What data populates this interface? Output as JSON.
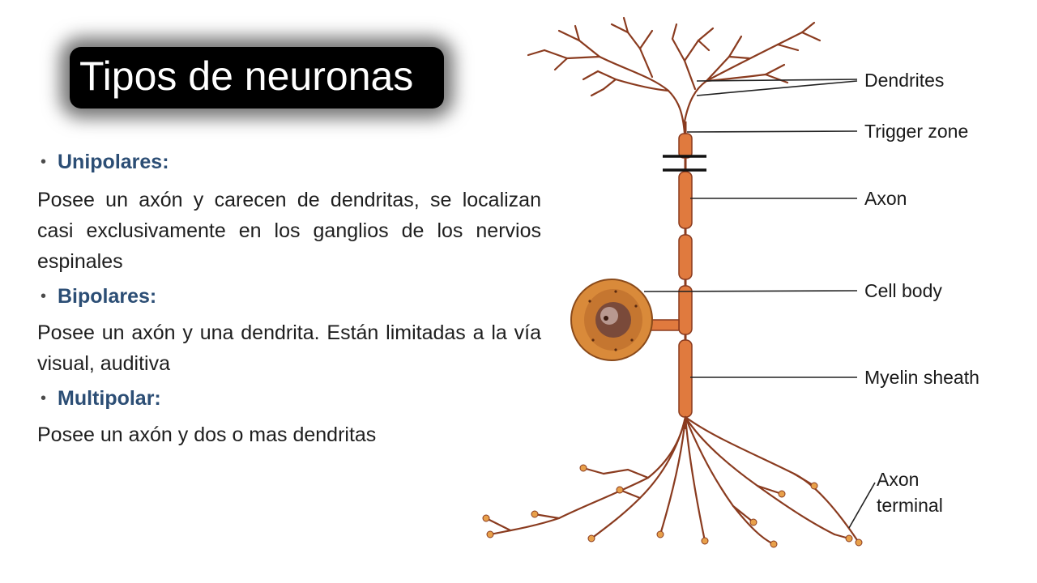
{
  "title": "Tipos de neuronas",
  "sections": [
    {
      "heading": "Unipolares:",
      "text": "Posee un axón y carecen de dendritas, se localizan casi exclusivamente en los ganglios de los nervios espinales"
    },
    {
      "heading": "Bipolares:",
      "text": "Posee un axón y una dendrita. Están limitadas a la vía visual, auditiva"
    },
    {
      "heading": "Multipolar:",
      "text": "Posee un axón y dos o mas dendritas"
    }
  ],
  "diagram": {
    "labels": {
      "dendrites": "Dendrites",
      "trigger_zone": "Trigger zone",
      "axon": "Axon",
      "cell_body": "Cell body",
      "myelin_sheath": "Myelin sheath",
      "axon_terminal_line1": "Axon",
      "axon_terminal_line2": "terminal"
    }
  },
  "colors": {
    "heading": "#2c4e75",
    "myelin": "#e07a3e",
    "axon": "#8a3b1f",
    "cell_body": "#d98a3a"
  }
}
